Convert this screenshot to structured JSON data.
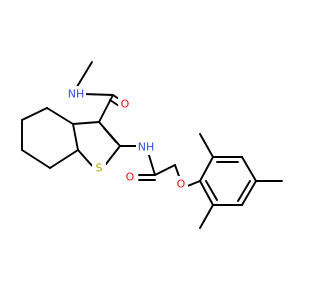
{
  "colors": {
    "bond": "#000000",
    "background": "#ffffff",
    "heteroatom": {
      "N": "#3050f8",
      "O": "#ff0d0d",
      "S": "#b5a800"
    }
  },
  "labels": {
    "amide_nh_top": {
      "text": "NH",
      "element": "N"
    },
    "carbonyl_o_top": {
      "text": "O",
      "element": "O"
    },
    "amide_nh_mid": {
      "text": "NH",
      "element": "N"
    },
    "thiophene_s": {
      "text": "S",
      "element": "S"
    },
    "carbonyl_o_low": {
      "text": "O",
      "element": "O"
    },
    "ether_o": {
      "text": "O",
      "element": "O"
    }
  }
}
